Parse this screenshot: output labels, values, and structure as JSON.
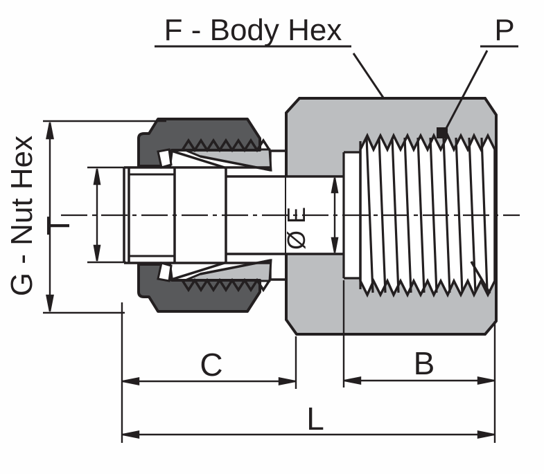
{
  "drawing": {
    "type": "tube-fitting-female-connector-cross-section",
    "labels": {
      "body_hex": "F - Body Hex",
      "port": "P",
      "nut_hex": "G - Nut Hex",
      "tube_od": "T",
      "bore": "Ø E",
      "dim_c": "C",
      "dim_b": "B",
      "dim_l": "L"
    },
    "colors": {
      "nut_gray": "#58595b",
      "body_gray": "#bcbec0",
      "line": "#231f20",
      "background": "#fefefe",
      "white": "#ffffff"
    }
  }
}
